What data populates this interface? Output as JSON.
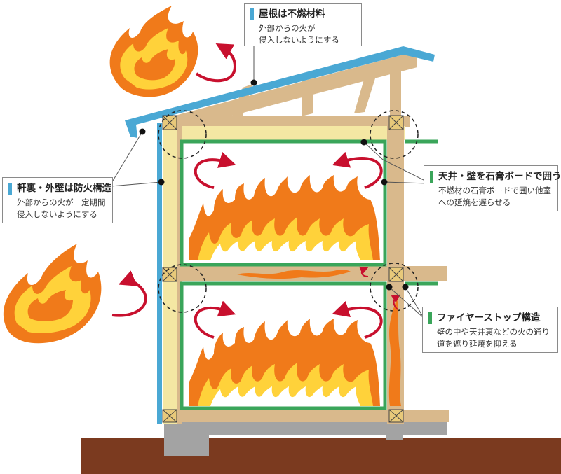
{
  "colors": {
    "roof_blue": "#4aa8d4",
    "wall_green": "#3aa55a",
    "timber": "#d9b98c",
    "insulation": "#f4e7a3",
    "ground": "#7b3a1f",
    "foundation": "#a3a3a3",
    "flame_orange": "#f07a1a",
    "flame_yellow": "#ffd23a",
    "arrow_red": "#c8102e",
    "callout_blue": "#4aa8d4",
    "callout_green": "#3aa55a"
  },
  "callouts": {
    "roof": {
      "title": "屋根は不燃材料",
      "lines": [
        "外部からの火が",
        "侵入しないようにする"
      ]
    },
    "eaves": {
      "title": "軒裏・外壁は防火構造",
      "lines": [
        "外部からの火が一定期間",
        "侵入しないようにする"
      ]
    },
    "gypsum": {
      "title": "天井・壁を石膏ボードで囲う",
      "lines": [
        "不燃材の石膏ボードで囲い他室",
        "への延焼を遅らせる"
      ]
    },
    "firestop": {
      "title": "ファイヤーストップ構造",
      "lines": [
        "壁の中や天井裏などの火の通り",
        "道を遮り延焼を抑える"
      ]
    }
  }
}
